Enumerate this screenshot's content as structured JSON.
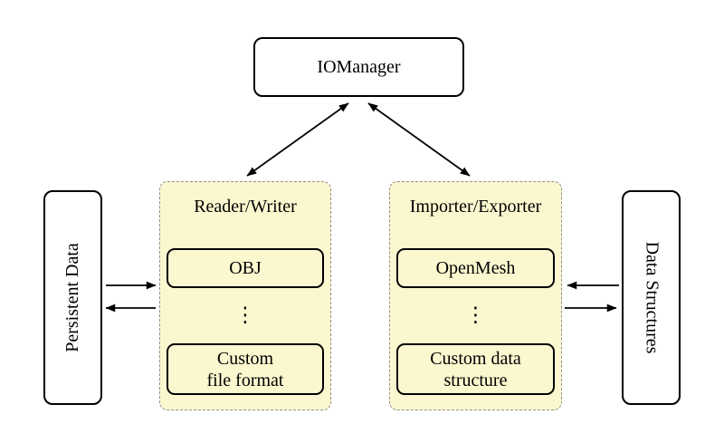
{
  "nodes": {
    "iomanager": {
      "label": "IOManager"
    }
  },
  "panels": {
    "reader_writer": {
      "title": "Reader/Writer",
      "top_item": "OBJ",
      "dots": "⋮",
      "bottom_item": "Custom\nfile format"
    },
    "importer_exporter": {
      "title": "Importer/Exporter",
      "top_item": "OpenMesh",
      "dots": "⋮",
      "bottom_item": "Custom data\nstructure"
    }
  },
  "sides": {
    "persistent_data": {
      "label": "Persistent Data"
    },
    "data_structures": {
      "label": "Data Structures"
    }
  },
  "edges": [
    {
      "id": "iomanager-reader-writer",
      "from": "IOManager",
      "to": "Reader/Writer",
      "direction": "both"
    },
    {
      "id": "iomanager-importer-exporter",
      "from": "IOManager",
      "to": "Importer/Exporter",
      "direction": "both"
    },
    {
      "id": "persistent-data-to-reader-writer",
      "from": "Persistent Data",
      "to": "Reader/Writer",
      "direction": "forward"
    },
    {
      "id": "reader-writer-to-persistent-data",
      "from": "Reader/Writer",
      "to": "Persistent Data",
      "direction": "forward"
    },
    {
      "id": "data-structures-to-importer-exporter",
      "from": "Data Structures",
      "to": "Importer/Exporter",
      "direction": "forward"
    },
    {
      "id": "importer-exporter-to-data-structures",
      "from": "Importer/Exporter",
      "to": "Data Structures",
      "direction": "forward"
    }
  ],
  "colors": {
    "background": "#ffffff",
    "panel_fill": "#fbf8d0",
    "panel_border": "#8f8f8f",
    "node_fill": "#ffffff",
    "line": "#000000"
  }
}
